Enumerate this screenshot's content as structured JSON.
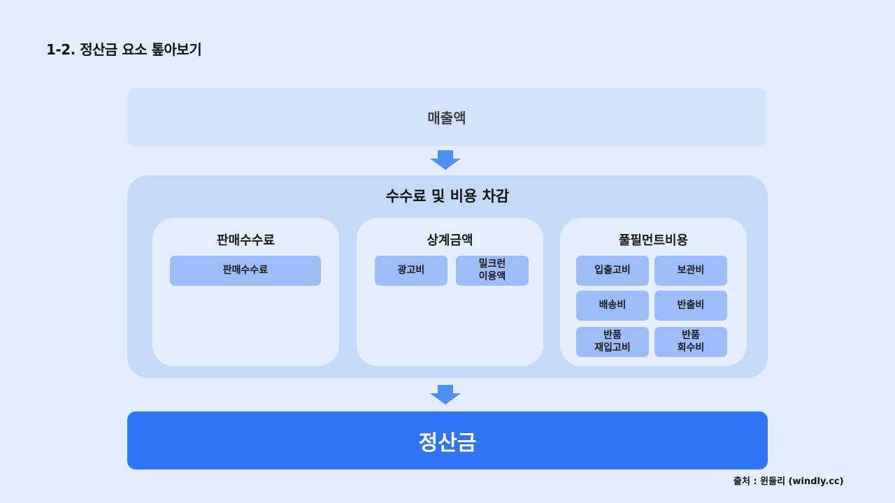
{
  "title": "1-2. 정산금 요소 톺아보기",
  "revenue": "매출액",
  "deductions": {
    "title": "수수료 및 비용 차감",
    "groups": [
      {
        "title": "판매수수료",
        "items": [
          "판매수수료"
        ]
      },
      {
        "title": "상계금액",
        "items": [
          "광고비",
          "밀크런\n이용액"
        ]
      },
      {
        "title": "풀필먼트비용",
        "items": [
          "입출고비",
          "보관비",
          "배송비",
          "반출비",
          "반품\n재입고비",
          "반품\n회수비"
        ]
      }
    ]
  },
  "settlement": "정산금",
  "source": "출처 : 윈들리 (windly.cc)",
  "colors": {
    "background": "#e2edfd",
    "revenue_box": "#d4e3fb",
    "deduction_box": "#c5daf9",
    "card": "#e4eefc",
    "chip": "#9cbdf8",
    "arrow": "#4f8ff2",
    "settlement_box": "#2f74f4"
  }
}
